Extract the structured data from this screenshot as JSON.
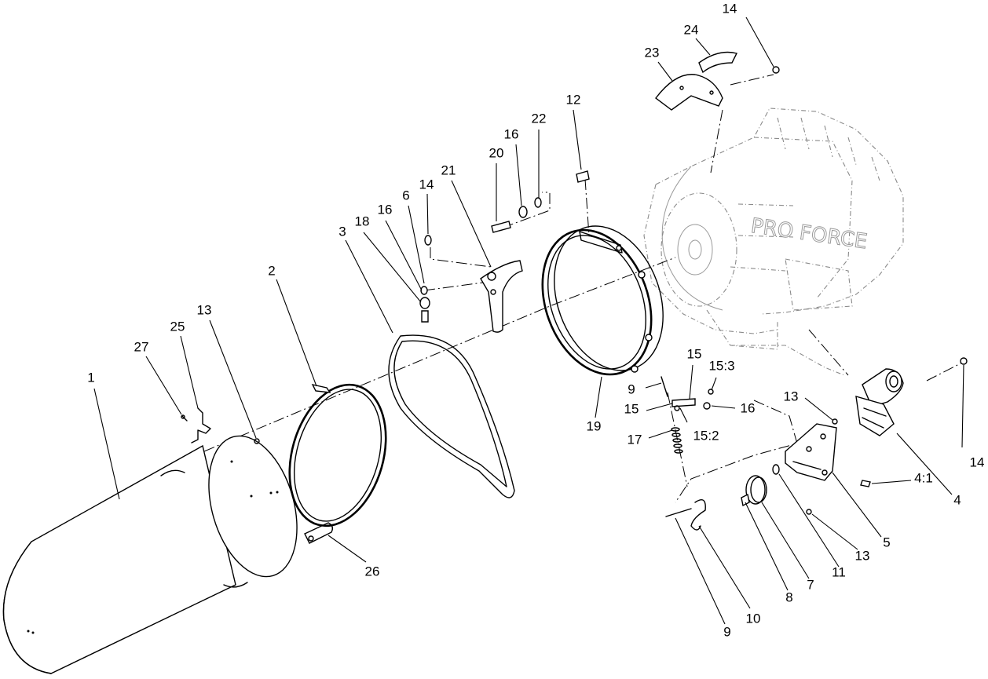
{
  "callouts": {
    "c1": "1",
    "c2": "2",
    "c3": "3",
    "c4": "4",
    "c4_1": "4:1",
    "c5": "5",
    "c6": "6",
    "c7": "7",
    "c8": "8",
    "c9a": "9",
    "c9b": "9",
    "c10": "10",
    "c11": "11",
    "c12": "12",
    "c13a": "13",
    "c13b": "13",
    "c13c": "13",
    "c14a": "14",
    "c14b": "14",
    "c14c": "14",
    "c15a": "15",
    "c15b": "15",
    "c15_2": "15:2",
    "c15_3": "15:3",
    "c16a": "16",
    "c16b": "16",
    "c16c": "16",
    "c17": "17",
    "c18": "18",
    "c19": "19",
    "c20": "20",
    "c21": "21",
    "c22": "22",
    "c23": "23",
    "c24": "24",
    "c25": "25",
    "c26": "26",
    "c27": "27"
  },
  "housing_label": "PRO FORCE",
  "colors": {
    "line": "#000000",
    "ghost": "#8a8a8a",
    "background": "#ffffff"
  }
}
